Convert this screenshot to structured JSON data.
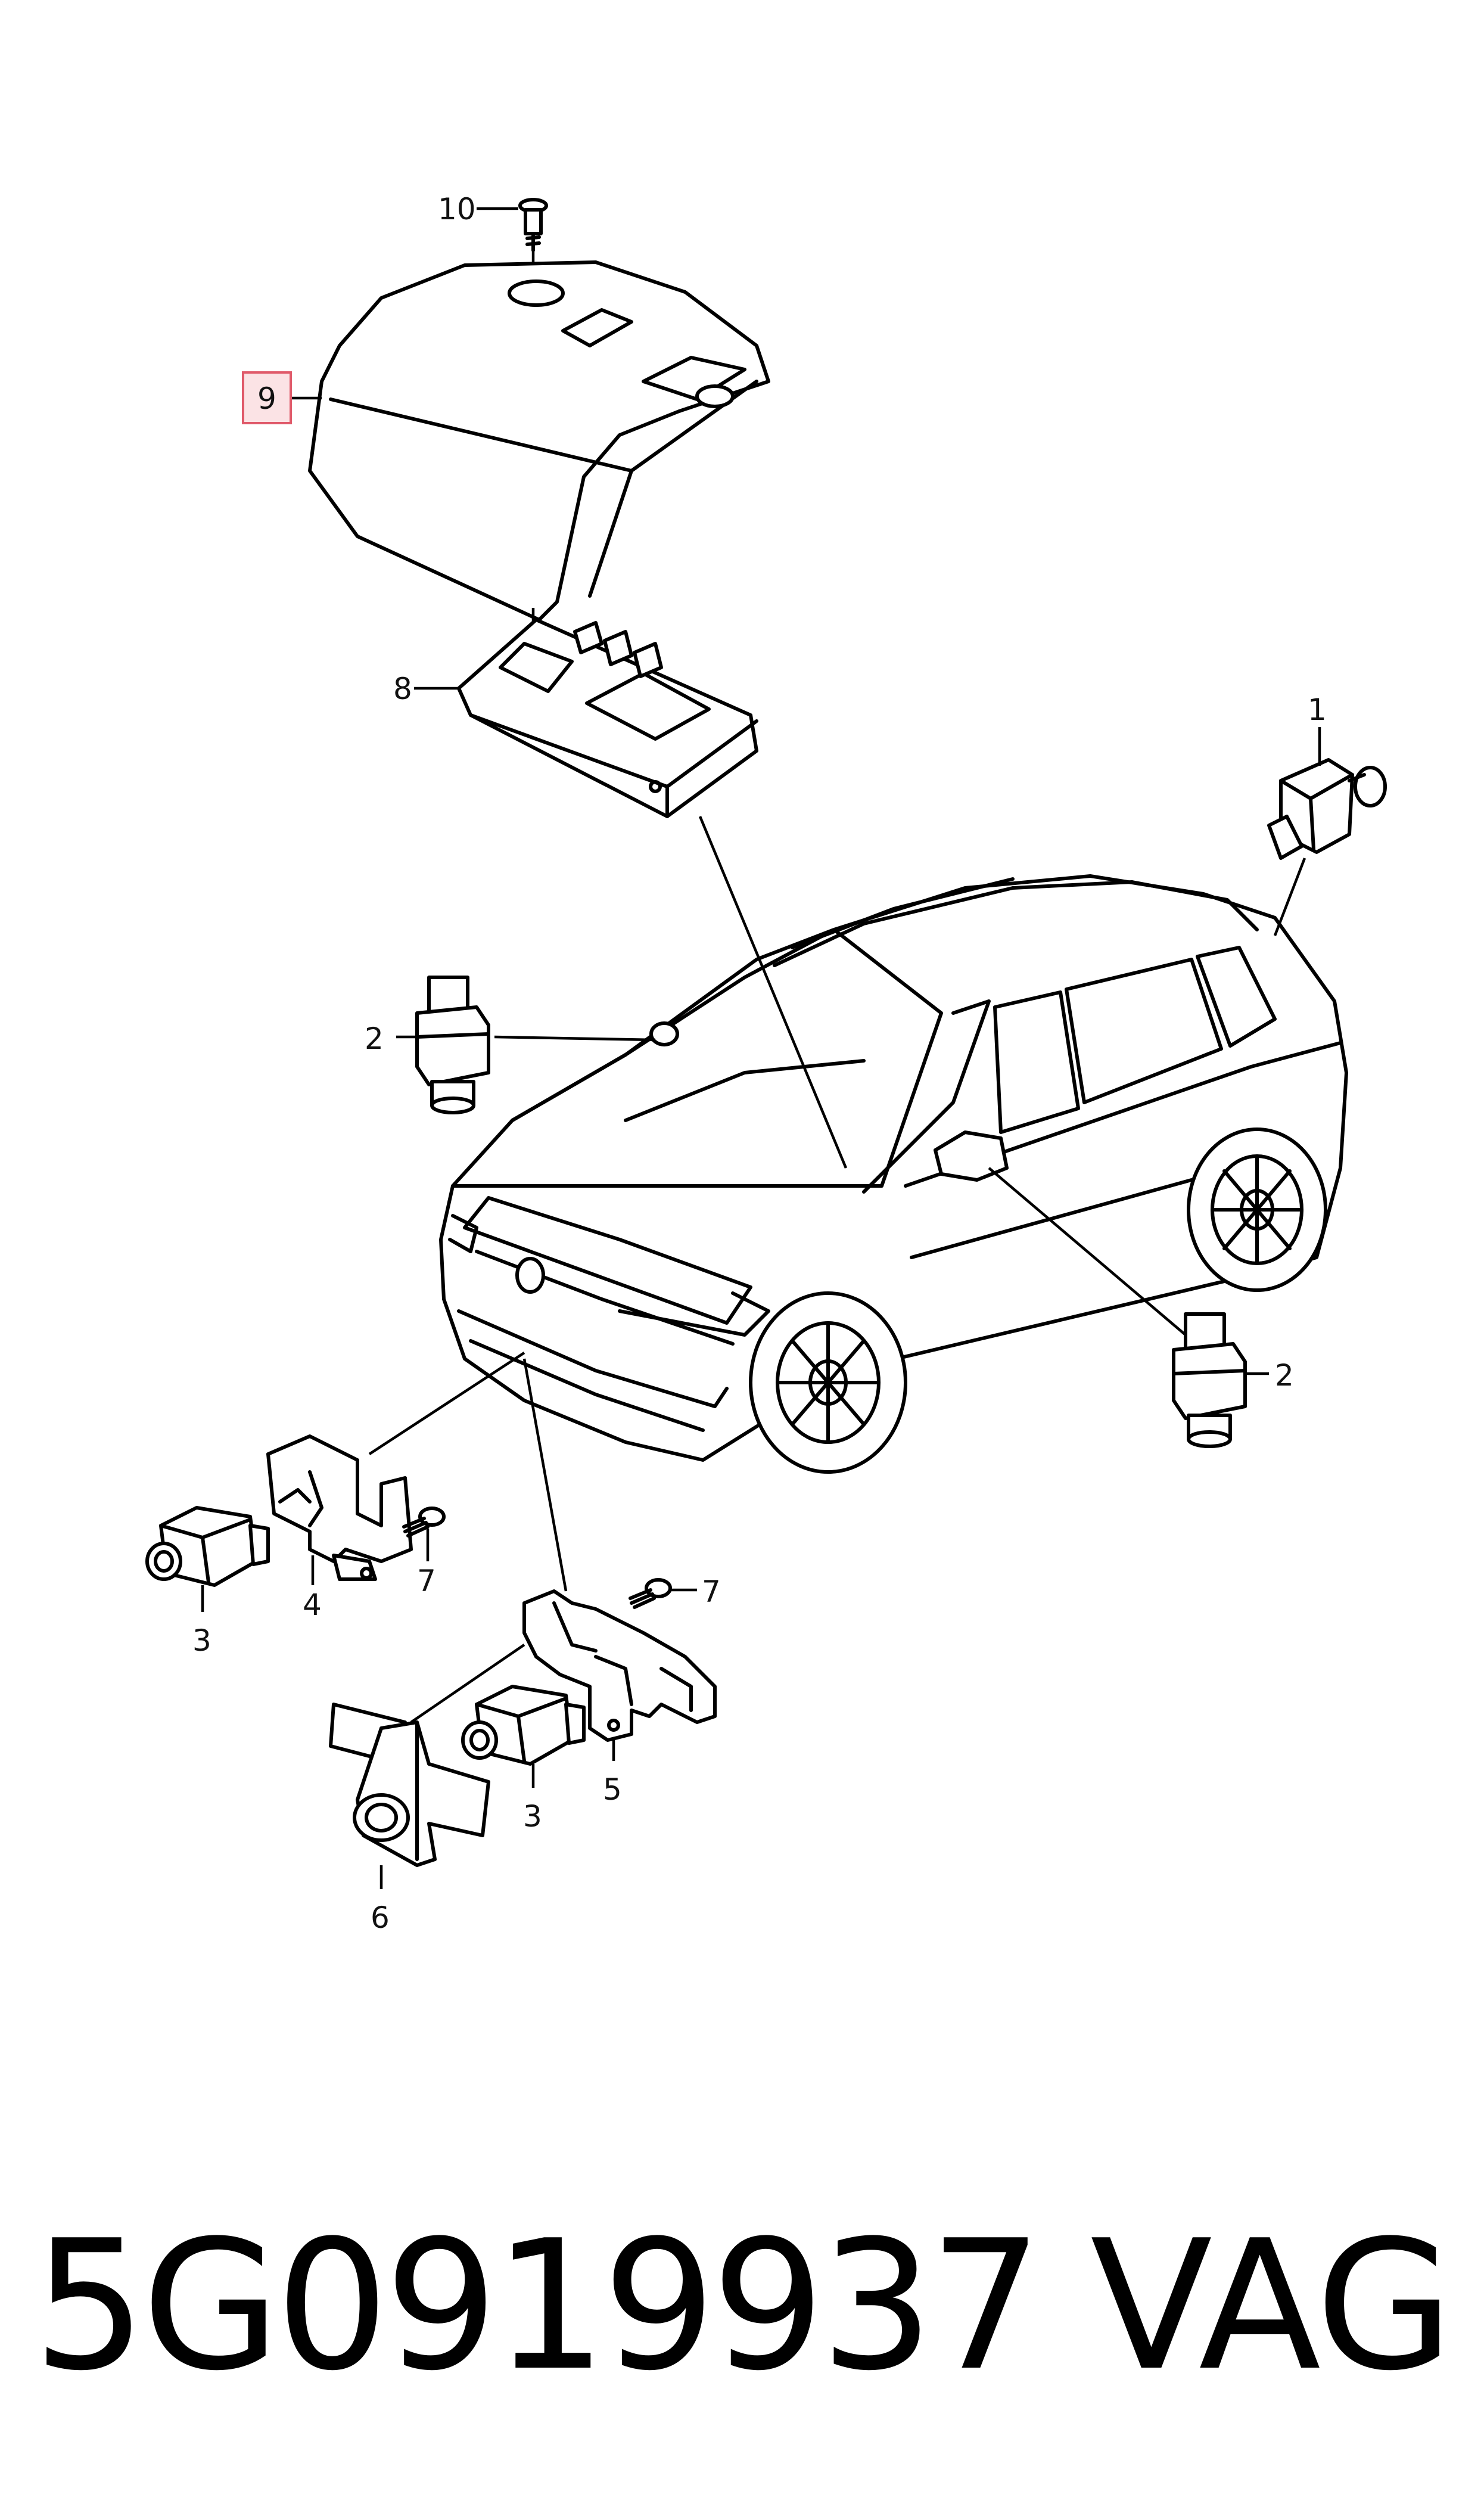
{
  "callouts": {
    "c1": "1",
    "c2a": "2",
    "c2b": "2",
    "c3a": "3",
    "c3b": "3",
    "c4": "4",
    "c5": "5",
    "c6": "6",
    "c7a": "7",
    "c7b": "7",
    "c8": "8",
    "c9": "9",
    "c10": "10"
  },
  "highlighted_callout": "9",
  "caption": {
    "part_number": "5G0919937",
    "brand": "VAG"
  },
  "colors": {
    "line": "#000000",
    "highlight_fill": "#fbe3e5",
    "highlight_stroke": "#e05a6a"
  }
}
